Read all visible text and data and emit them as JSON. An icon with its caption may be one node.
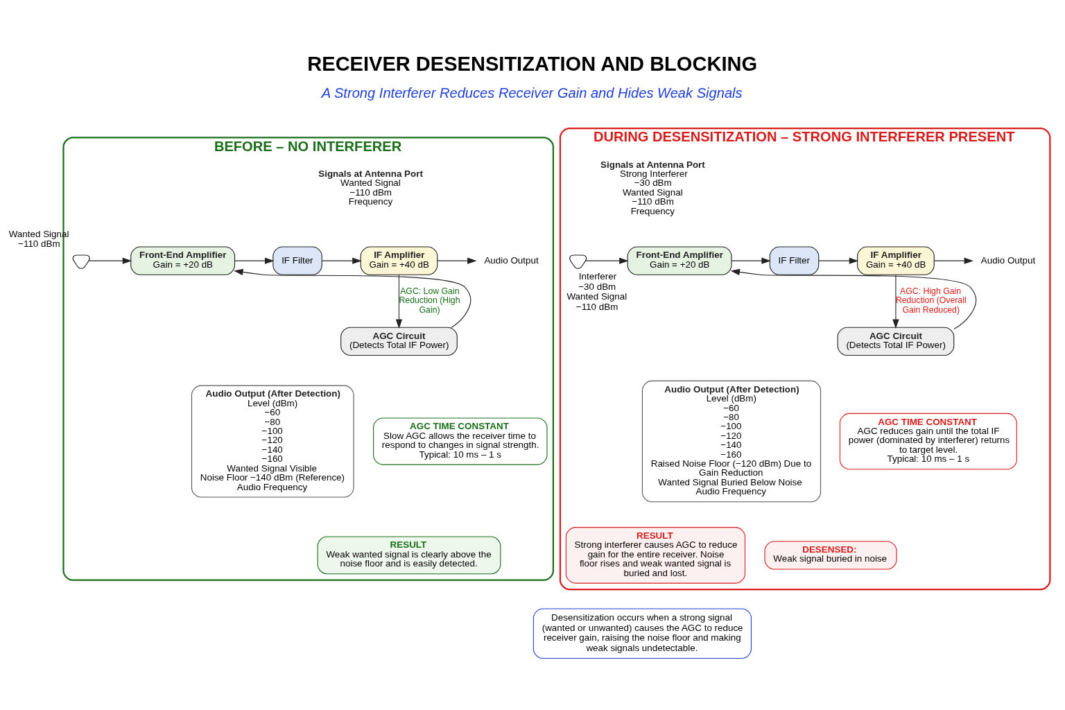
{
  "diagram": {
    "title": "RECEIVER DESENSITIZATION AND BLOCKING",
    "nodes": [
      {
        "text": [
          "BEFORE – NO INTERFERER"
        ]
      },
      {
        "text": [
          "Signals at Antenna Port",
          "Wanted Signal",
          "−110 dBm",
          "Frequency"
        ],
        "in": 0
      },
      {
        "text": [],
        "shape": "antenna",
        "in": 0,
        "beside": [
          "Wanted Signal",
          "−110 dBm"
        ]
      },
      {
        "text": [
          "Front-End Amplifier",
          "Gain = +20 dB"
        ],
        "in": 0
      },
      {
        "text": [
          "IF Filter"
        ],
        "in": 0
      },
      {
        "text": [
          "IF Amplifier",
          "Gain = +40 dB"
        ],
        "in": 0
      },
      {
        "text": [
          "Audio Output"
        ],
        "in": 0
      },
      {
        "text": [
          "AGC Circuit",
          "(Detects Total IF Power)"
        ],
        "in": 0
      },
      {
        "text": [
          "Audio Output (After Detection)",
          "Level (dBm)",
          "−60",
          "−80",
          "−100",
          "−120",
          "−140",
          "−160",
          "Wanted Signal Visible",
          "Noise Floor −140 dBm (Reference)",
          "Audio Frequency"
        ],
        "in": 0
      },
      {
        "text": [
          "AGC TIME CONSTANT",
          "Slow AGC allows the receiver time to respond to changes in signal strength.",
          "Typical: 10 ms – 1 s"
        ],
        "in": 0
      },
      {
        "text": [
          "RESULT",
          "Weak wanted signal is clearly above the noise floor and is easily detected."
        ],
        "in": 0
      },
      {
        "text": [
          "DURING DESENSITIZATION – STRONG INTERFERER PRESENT"
        ]
      },
      {
        "text": [
          "Signals at Antenna Port",
          "Strong Interferer",
          "−30 dBm",
          "Wanted Signal",
          "−110 dBm",
          "Frequency"
        ],
        "in": 11
      },
      {
        "text": [],
        "shape": "antenna",
        "in": 11,
        "beside": [
          "Interferer",
          "−30 dBm",
          "Wanted Signal",
          "−110 dBm"
        ]
      },
      {
        "text": [
          "Front-End Amplifier",
          "Gain = +20 dB"
        ],
        "in": 11
      },
      {
        "text": [
          "IF Filter"
        ],
        "in": 11
      },
      {
        "text": [
          "IF Amplifier",
          "Gain = +40 dB"
        ],
        "in": 11
      },
      {
        "text": [
          "Audio Output"
        ],
        "in": 11
      },
      {
        "text": [
          "AGC Circuit",
          "(Detects Total IF Power)"
        ],
        "in": 11
      },
      {
        "text": [
          "Audio Output (After Detection)",
          "Level (dBm)",
          "−60",
          "−80",
          "−100",
          "−120",
          "−140",
          "−160",
          "Raised Noise Floor (−120 dBm) Due to Gain Reduction",
          "Wanted Signal Buried Below Noise",
          "Audio Frequency"
        ],
        "in": 11
      },
      {
        "text": [
          "AGC TIME CONSTANT",
          "AGC reduces gain until the total IF power (dominated by interferer) returns to target level.",
          "Typical: 10 ms – 1 s"
        ],
        "in": 11
      },
      {
        "text": [
          "RESULT",
          "Strong interferer causes AGC to reduce gain for the entire receiver. Noise floor rises and weak wanted signal is buried and lost."
        ],
        "in": 11
      },
      {
        "text": [
          "DESENSED:",
          "Weak signal buried in noise"
        ],
        "in": 11
      },
      {
        "text": [
          "Desensitization occurs when a strong signal (wanted or unwanted) causes the AGC to reduce receiver gain, raising the noise floor and making weak signals undetectable."
        ]
      }
    ],
    "edges": [
      {
        "from": 2,
        "to": 3,
        "arrow": "to"
      },
      {
        "from": 3,
        "to": 4,
        "arrow": "to"
      },
      {
        "from": 4,
        "to": 5,
        "arrow": "to"
      },
      {
        "from": 5,
        "to": 6,
        "arrow": "to"
      },
      {
        "from": 5,
        "to": 7,
        "arrow": "to",
        "label": "AGC: Low Gain Reduction (High Gain)"
      },
      {
        "from": 7,
        "to": 3,
        "arrow": "to"
      },
      {
        "from": 13,
        "to": 14,
        "arrow": "to"
      },
      {
        "from": 14,
        "to": 15,
        "arrow": "to"
      },
      {
        "from": 15,
        "to": 16,
        "arrow": "to"
      },
      {
        "from": 16,
        "to": 17,
        "arrow": "to"
      },
      {
        "from": 16,
        "to": 18,
        "arrow": "to",
        "label": "AGC: High Gain Reduction (Overall Gain Reduced)"
      },
      {
        "from": 18,
        "to": 14,
        "arrow": "to"
      }
    ],
    "labels": [
      "A Strong Interferer Reduces Receiver Gain and Hides Weak Signals"
    ]
  }
}
